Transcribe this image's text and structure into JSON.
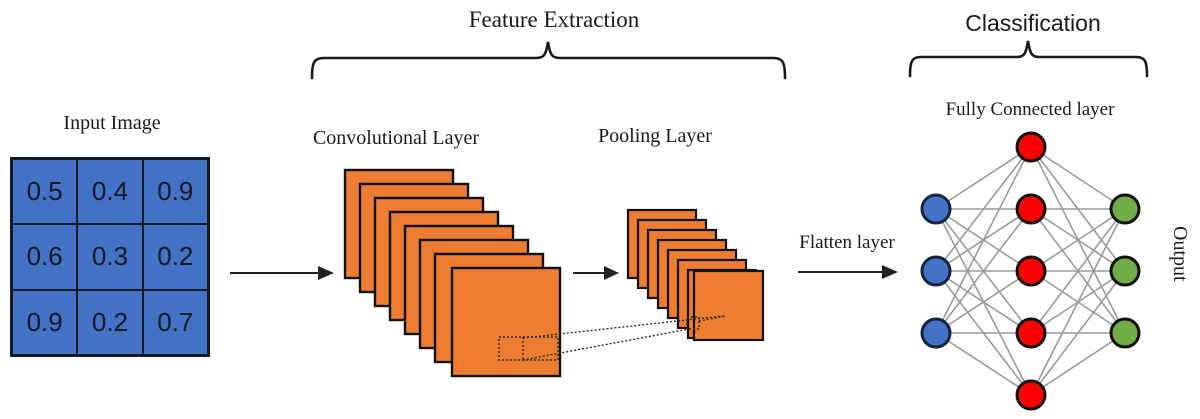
{
  "group_titles": {
    "feature_extraction": "Feature Extraction",
    "classification": "Classification"
  },
  "input_image": {
    "label": "Input Image",
    "grid": [
      [
        "0.5",
        "0.4",
        "0.9"
      ],
      [
        "0.6",
        "0.3",
        "0.2"
      ],
      [
        "0.9",
        "0.2",
        "0.7"
      ]
    ],
    "fill": "#4472C4",
    "line": "#141a26"
  },
  "conv_layer": {
    "label": "Convolutional Layer",
    "feature_map_count": 8,
    "fill": "#ED7D31",
    "stroke": "#111111"
  },
  "pooling_layer": {
    "label": "Pooling Layer",
    "feature_map_count": 8,
    "fill": "#ED7D31",
    "stroke": "#111111"
  },
  "flatten": {
    "label": "Flatten layer"
  },
  "fully_connected": {
    "label": "Fully Connected layer",
    "input_node_count": 3,
    "hidden_node_count": 5,
    "output_node_count": 3,
    "input_color": "#4472C4",
    "input_stroke": "#16243f",
    "hidden_color": "#FF0000",
    "hidden_stroke": "#111111",
    "output_color": "#70AD47",
    "output_stroke": "#111111",
    "edge_color": "#9a9a9a"
  },
  "output_label": "Output"
}
